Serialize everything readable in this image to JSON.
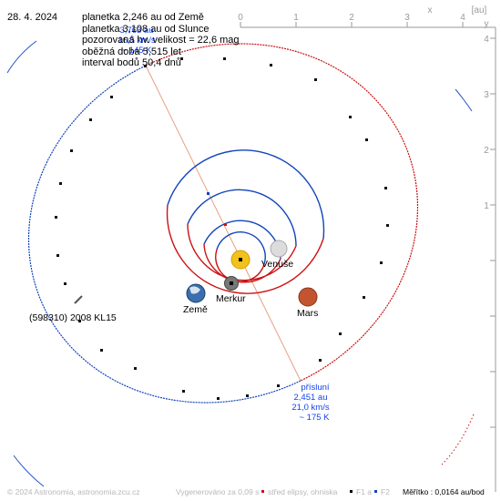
{
  "date": "28. 4. 2024",
  "info": [
    "planetka 2,246 au od Země",
    "planetka 3,108 au od Slunce",
    "pozorovaná hv. velikost = 22,6 mag",
    "oběžná doba 5,515 let",
    "interval bodů 50,4 dnů"
  ],
  "aphelion_overlap": [
    "3,763 au",
    "16,5 km/s",
    "~ 145 K"
  ],
  "axis": {
    "x_label": "x",
    "y_label": "y",
    "unit": "[au]",
    "x_ticks": [
      "0",
      "1",
      "2",
      "3",
      "4"
    ],
    "y_ticks": [
      "1",
      "2",
      "3",
      "4"
    ]
  },
  "bodies": {
    "venus": "Venuše",
    "mercury": "Merkur",
    "earth": "Země",
    "mars": "Mars"
  },
  "asteroid_label": "(598310) 2008 KL15",
  "perihelion": [
    "přísluní",
    "2,451 au",
    "21,0 km/s",
    "~ 175 K"
  ],
  "footer": {
    "copyright": "© 2024 Astronomia, astronomia.zcu.cz",
    "generated": "Vygenerováno za 0,09 s",
    "legend_center": "střed elipsy, ohniska",
    "legend_f1": "F1 a",
    "legend_f2": "F2",
    "scale": "Měřítko : 0,0164 au/bod"
  },
  "colors": {
    "orbit_red": "#cc1111",
    "orbit_blue": "#1144bb",
    "planet_label": "#000000",
    "apsis_label": "#1144ee",
    "axis": "#9a9a9a",
    "asteroid_line": "#e8a080"
  }
}
